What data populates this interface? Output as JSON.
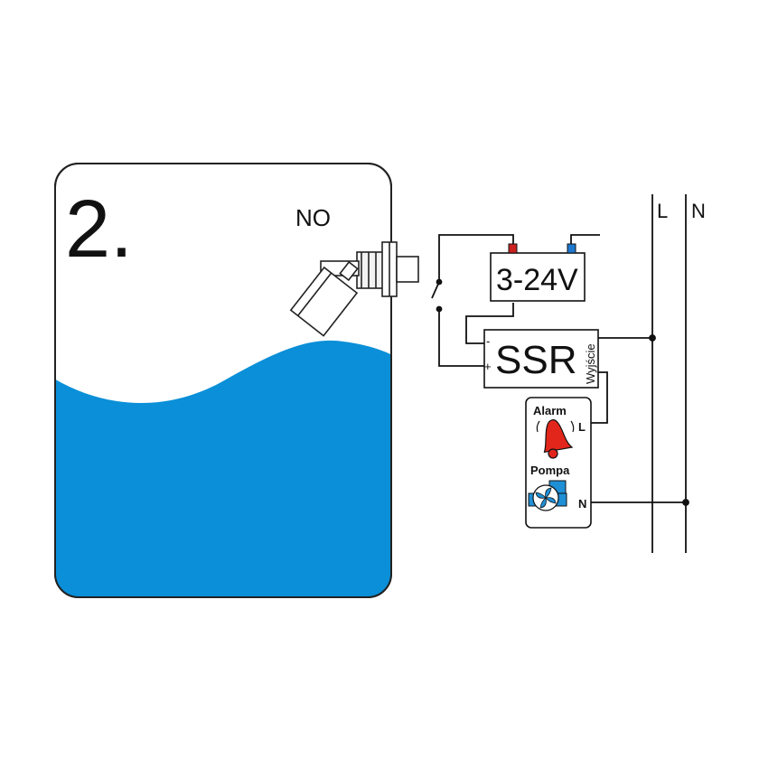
{
  "diagram": {
    "step_label": "2.",
    "contact_type": "NO",
    "power_supply_label": "3-24V",
    "relay_label": "SSR",
    "relay_output_label": "Wyjście",
    "relay_minus": "-",
    "relay_plus": "+",
    "line_label": "L",
    "neutral_label": "N",
    "device_L_label": "L",
    "device_N_label": "N",
    "alarm_label": "Alarm",
    "pump_label": "Pompa"
  },
  "colors": {
    "water": "#0a8fd8",
    "bell": "#e3261b",
    "pump_icon": "#1f8fd6",
    "terminal_red": "#cc2222",
    "terminal_blue": "#1e78d0",
    "wire": "#111111"
  },
  "icons": [
    "float-switch-icon",
    "bell-icon",
    "pump-icon",
    "battery-icon"
  ]
}
